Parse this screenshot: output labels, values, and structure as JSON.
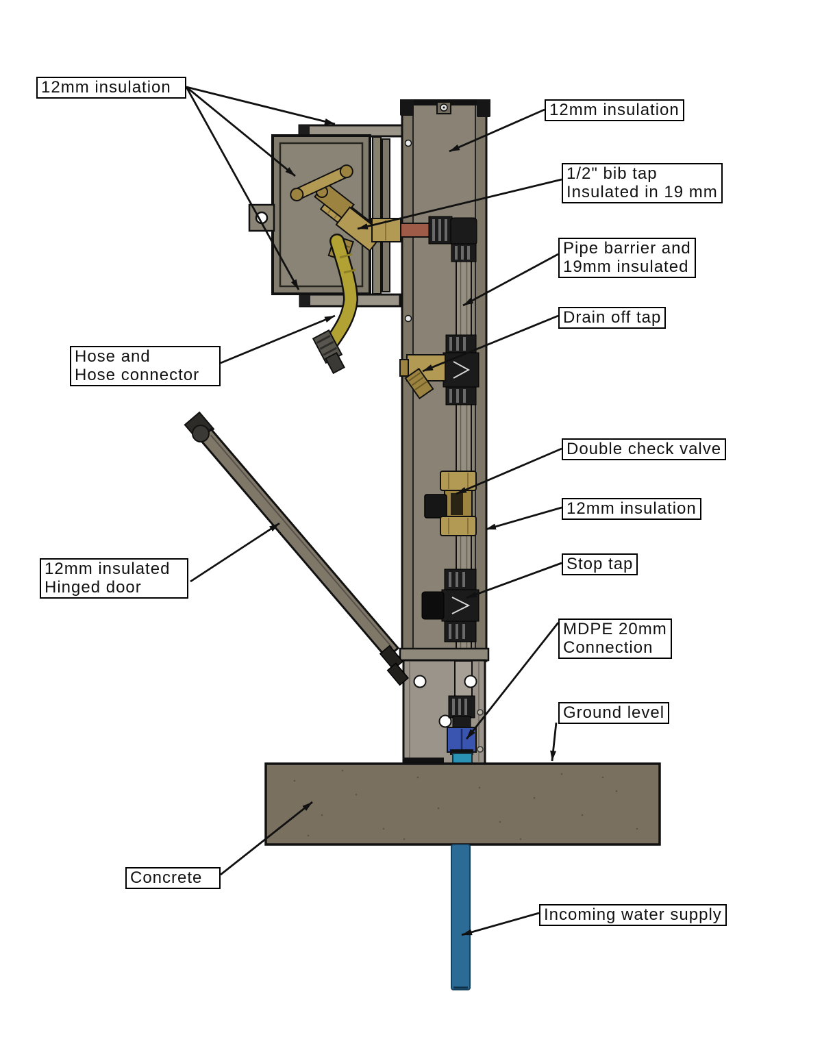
{
  "diagram": {
    "type": "Outdoor insulated water tap post - annotated assembly drawing",
    "labels": {
      "insulation_top_left": "12mm insulation",
      "insulation_top_right": "12mm insulation",
      "bib_tap": {
        "line1": "1/2\" bib tap",
        "line2": "Insulated in 19 mm"
      },
      "pipe_barrier": {
        "line1": "Pipe barrier and",
        "line2": "19mm insulated"
      },
      "drain_off_tap": "Drain off tap",
      "double_check_valve": "Double check valve",
      "insulation_mid": "12mm insulation",
      "stop_tap": "Stop tap",
      "mdpe": {
        "line1": "MDPE 20mm",
        "line2": "Connection"
      },
      "ground_level": "Ground level",
      "hose": {
        "line1": "Hose and",
        "line2": "Hose connector"
      },
      "hinged_door": {
        "line1": "12mm insulated",
        "line2": "Hinged door"
      },
      "concrete": "Concrete",
      "incoming_water": "Incoming water supply"
    },
    "colors": {
      "post": "#8a8375",
      "post_dark": "#7e7768",
      "base": "#9a948a",
      "bar": "#9b9488",
      "brass": "#b29a55",
      "brass_dark": "#9c8440",
      "copper": "#a05a48",
      "hose": "#b2a233",
      "fitting": "#1b1b1b",
      "mdpe": "#3a55b0",
      "stub": "#2a93b5",
      "supply": "#2c6b95",
      "concrete": "#79705f",
      "line": "#111111"
    }
  }
}
